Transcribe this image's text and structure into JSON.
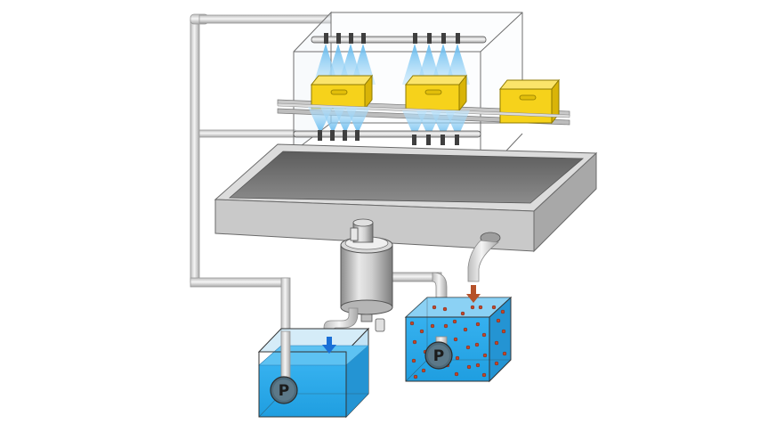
{
  "diagram": {
    "pump_symbol": "P",
    "colors": {
      "clean_water": "#2fa8e8",
      "dirty_water": "#2ea3dc",
      "contaminant_dots": "#c0472a",
      "spray": "#8fd0f4",
      "basket": "#f6d21b",
      "drain_arrow_blue": "#1a6fd6",
      "drain_arrow_brown": "#b5522a",
      "pipe": "#e6e6e6",
      "tray": "#c9c9c9"
    },
    "components": [
      "wash-chamber",
      "upper-spray-manifold",
      "lower-spray-manifold",
      "conveyor-rails",
      "parts-basket",
      "collection-tray",
      "filter-canister",
      "clean-water-tank",
      "dirty-water-tank",
      "clean-water-pump",
      "dirty-water-pump"
    ]
  }
}
